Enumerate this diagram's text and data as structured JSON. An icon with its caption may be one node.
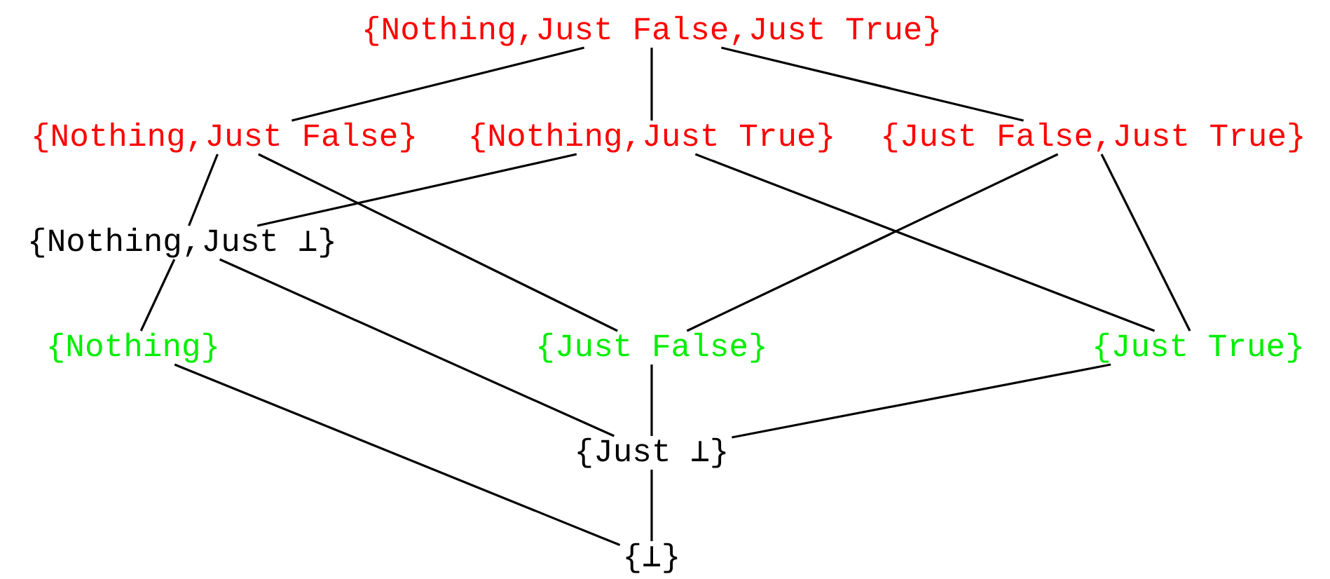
{
  "diagram": {
    "nodes": [
      {
        "text": [
          "{Nothing,Just False,Just True}"
        ]
      },
      {
        "text": [
          "{Nothing,Just False}"
        ]
      },
      {
        "text": [
          "{Nothing,Just True}"
        ]
      },
      {
        "text": [
          "{Just False,Just True}"
        ]
      },
      {
        "text": [
          "{Nothing,Just ⊥}"
        ]
      },
      {
        "text": [
          "{Nothing}"
        ]
      },
      {
        "text": [
          "{Just False}"
        ]
      },
      {
        "text": [
          "{Just True}"
        ]
      },
      {
        "text": [
          "{Just ⊥}"
        ]
      },
      {
        "text": [
          "{⊥}"
        ]
      }
    ],
    "edges": [
      {
        "from": 0,
        "to": 1,
        "arrow": "none"
      },
      {
        "from": 0,
        "to": 2,
        "arrow": "none"
      },
      {
        "from": 0,
        "to": 3,
        "arrow": "none"
      },
      {
        "from": 1,
        "to": 4,
        "arrow": "none"
      },
      {
        "from": 1,
        "to": 6,
        "arrow": "none"
      },
      {
        "from": 2,
        "to": 4,
        "arrow": "none"
      },
      {
        "from": 2,
        "to": 7,
        "arrow": "none"
      },
      {
        "from": 3,
        "to": 6,
        "arrow": "none"
      },
      {
        "from": 3,
        "to": 7,
        "arrow": "none"
      },
      {
        "from": 4,
        "to": 5,
        "arrow": "none"
      },
      {
        "from": 4,
        "to": 8,
        "arrow": "none"
      },
      {
        "from": 5,
        "to": 9,
        "arrow": "none"
      },
      {
        "from": 6,
        "to": 8,
        "arrow": "none"
      },
      {
        "from": 7,
        "to": 8,
        "arrow": "none"
      },
      {
        "from": 8,
        "to": 9,
        "arrow": "none"
      }
    ]
  }
}
